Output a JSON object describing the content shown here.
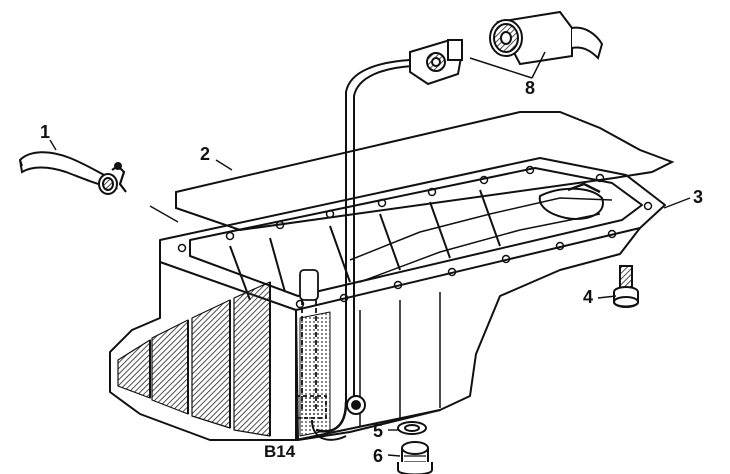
{
  "diagram": {
    "callouts": {
      "oil_line": "1",
      "gasket": "2",
      "pan_gasket": "3",
      "bolt": "4",
      "seal_ring": "5",
      "drain_plug": "6",
      "oil_level_sensor": "8",
      "sensor_b14": "B14"
    },
    "colors": {
      "ink": "#111111",
      "paper": "#ffffff",
      "shade": "#555555"
    }
  }
}
